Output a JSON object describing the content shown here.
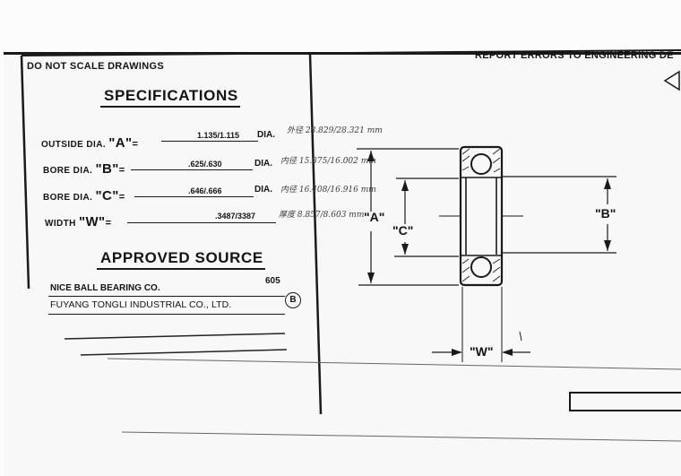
{
  "header": {
    "left_note": "DO NOT SCALE DRAWINGS",
    "right_note": "REPORT ERRORS TO ENGINEERING DE"
  },
  "specifications": {
    "title": "SPECIFICATIONS",
    "rows": [
      {
        "label": "OUTSIDE DIA.",
        "letter": "\"A\"",
        "eq": "=",
        "value": "1.135/1.115",
        "unit": "DIA.",
        "note": "外径 28.829/28.321 mm"
      },
      {
        "label": "BORE DIA.",
        "letter": "\"B\"",
        "eq": "=",
        "value": ".625/.630",
        "unit": "DIA.",
        "note": "内径 15.875/16.002 mm"
      },
      {
        "label": "BORE DIA.",
        "letter": "\"C\"",
        "eq": "=",
        "value": ".646/.666",
        "unit": "DIA.",
        "note": "内径 16.408/16.916 mm"
      },
      {
        "label": "WIDTH",
        "letter": "\"W\"",
        "eq": "=",
        "value": ".3487/3387",
        "unit": "",
        "note": "厚度 8.857/8.603 mm"
      }
    ]
  },
  "approved_source": {
    "title": "APPROVED SOURCE",
    "primary": "NICE BALL BEARING CO.",
    "part_number": "605",
    "secondary": "FUYANG TONGLI INDUSTRIAL CO., LTD.",
    "mark": "B"
  },
  "drawing": {
    "label_a": "\"A\"",
    "label_b": "\"B\"",
    "label_c": "\"C\"",
    "label_w": "\"W\""
  }
}
